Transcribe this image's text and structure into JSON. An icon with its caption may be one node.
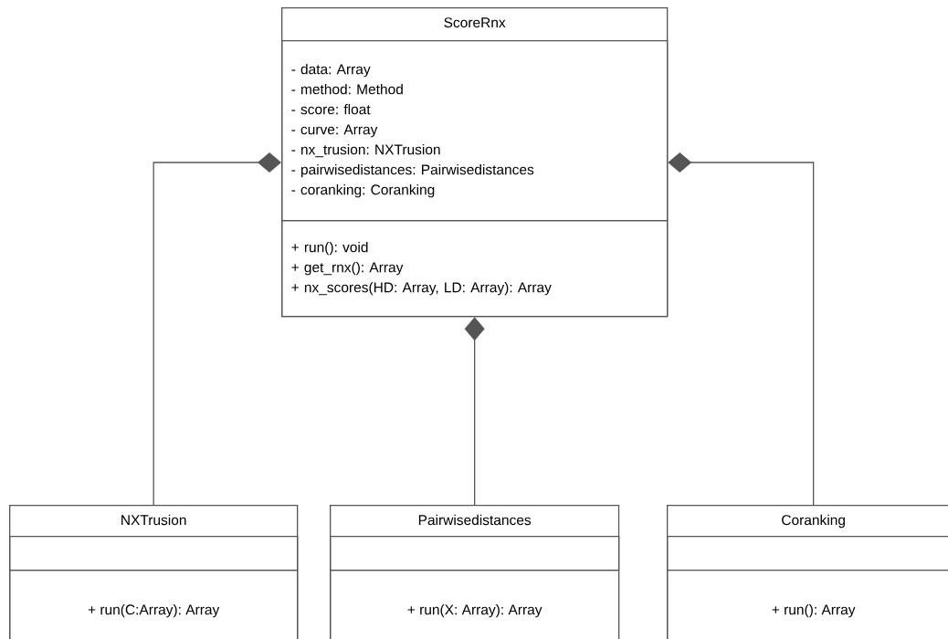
{
  "diagram": {
    "nodes": [
      {
        "text": [
          "ScoreRnx"
        ]
      },
      {
        "text": [
          "- data: Array",
          "- method: Method",
          "- score: float",
          "- curve: Array",
          "- nx_trusion: NXTrusion",
          "- pairwisedistances: Pairwisedistances",
          "- coranking: Coranking"
        ],
        "in": 0
      },
      {
        "text": [
          "+ run(): void",
          "+ get_rnx(): Array",
          "+ nx_scores(HD: Array, LD: Array): Array"
        ],
        "in": 0
      },
      {
        "text": [
          "NXTrusion"
        ]
      },
      {
        "text": [],
        "shape": "box",
        "in": 3
      },
      {
        "text": [
          "+ run(C:Array): Array"
        ],
        "in": 3
      },
      {
        "text": [
          "Pairwisedistances"
        ]
      },
      {
        "text": [],
        "shape": "box",
        "in": 6
      },
      {
        "text": [
          "+ run(X: Array): Array"
        ],
        "in": 6
      },
      {
        "text": [
          "Coranking"
        ]
      },
      {
        "text": [],
        "shape": "box",
        "in": 9
      },
      {
        "text": [
          "+ run(): Array"
        ],
        "in": 9
      }
    ],
    "edges": [
      {
        "from": 3,
        "to": 0,
        "arrow": "other"
      },
      {
        "from": 6,
        "to": 0,
        "arrow": "other"
      },
      {
        "from": 9,
        "to": 0,
        "arrow": "other"
      }
    ]
  }
}
